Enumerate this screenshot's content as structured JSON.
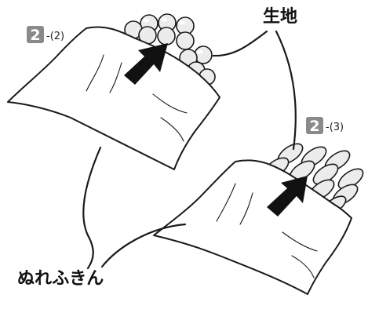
{
  "step_2_2": {
    "number": "2",
    "sub": "-(2)"
  },
  "step_2_3": {
    "number": "2",
    "sub": "-(3)"
  },
  "labels": {
    "dough": "生地",
    "wet_cloth": "ぬれふきん"
  },
  "colors": {
    "badge": "#8a8a8a",
    "ink": "#1a1a1a",
    "dough_fill": "#ececec"
  }
}
